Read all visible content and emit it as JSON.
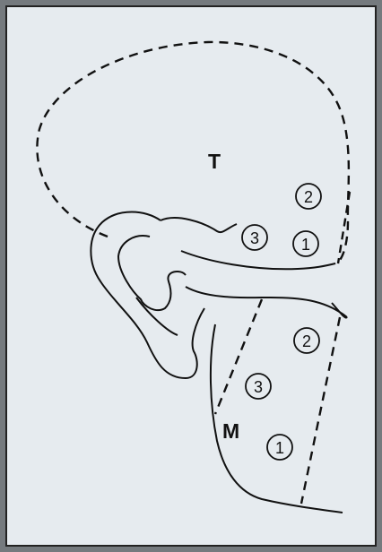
{
  "diagram": {
    "regions": {
      "temporal_label": "T",
      "mastoid_label": "M"
    },
    "points": {
      "temporal": [
        "1",
        "2",
        "3"
      ],
      "mastoid": [
        "1",
        "2",
        "3"
      ]
    },
    "colors": {
      "background": "#e6ebef",
      "stroke": "#111111",
      "frame": "#757a7e"
    }
  }
}
